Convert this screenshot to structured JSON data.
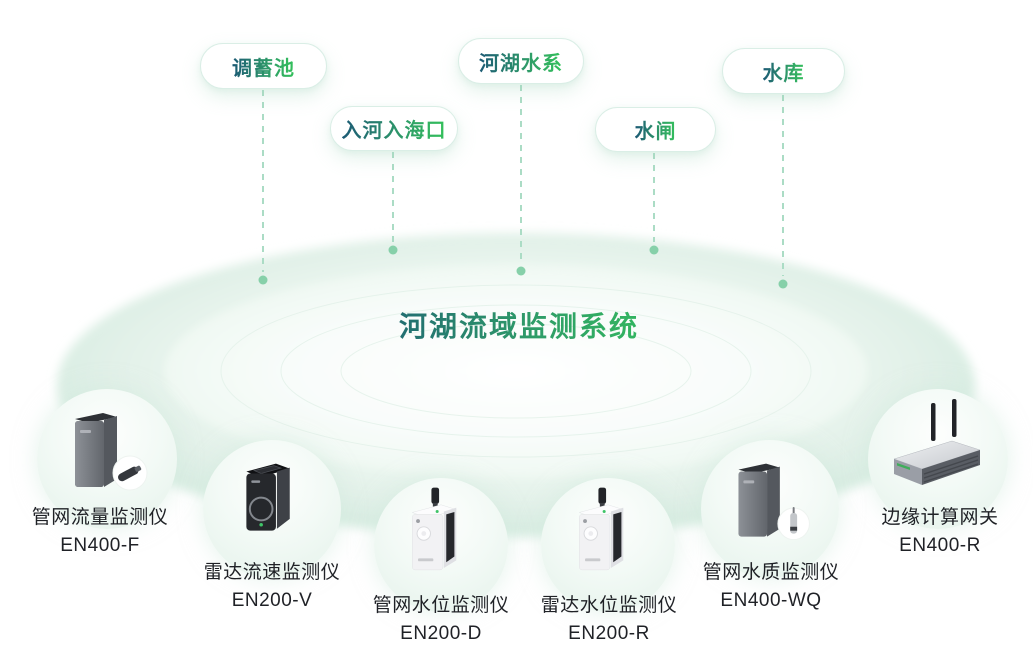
{
  "title": "河湖流域监测系统",
  "pills": [
    {
      "label": "调蓄池"
    },
    {
      "label": "入河入海口"
    },
    {
      "label": "河湖水系"
    },
    {
      "label": "水闸"
    },
    {
      "label": "水库"
    }
  ],
  "devices": [
    {
      "name": "管网流量监测仪",
      "model": "EN400-F"
    },
    {
      "name": "雷达流速监测仪",
      "model": "EN200-V"
    },
    {
      "name": "管网水位监测仪",
      "model": "EN200-D"
    },
    {
      "name": "雷达水位监测仪",
      "model": "EN200-R"
    },
    {
      "name": "管网水质监测仪",
      "model": "EN400-WQ"
    },
    {
      "name": "边缘计算网关",
      "model": "EN400-R"
    }
  ],
  "colors": {
    "accent_teal": "#1c5a75",
    "accent_green": "#34c25b",
    "mint_rim": "#cde8d9",
    "connector_dash": "#abdcc5",
    "connector_dot": "#86d0a9",
    "label_text": "#1f2126",
    "pill_border": "#daeee6"
  }
}
